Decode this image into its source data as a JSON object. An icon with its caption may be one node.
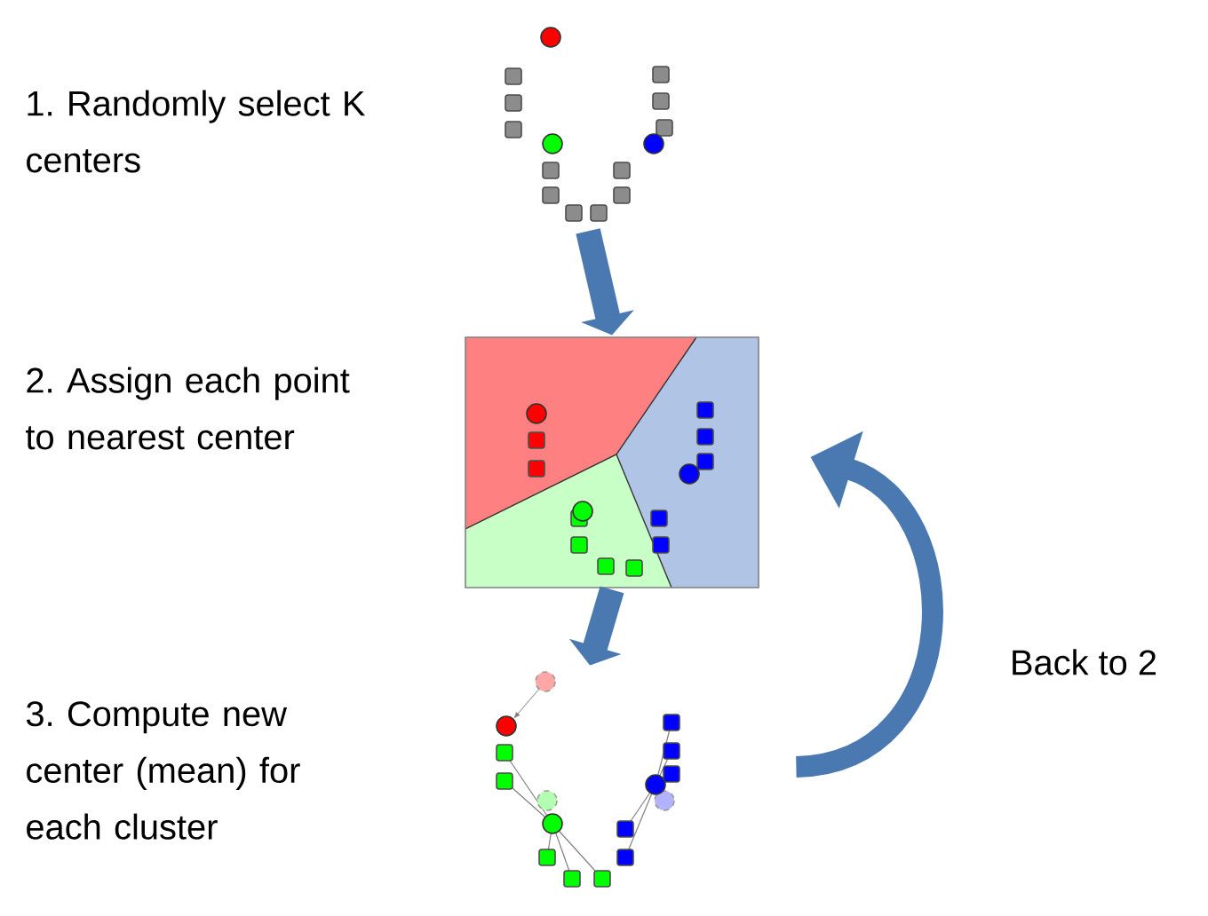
{
  "diagram": {
    "nodes": [
      {
        "text": [],
        "shape": "picture"
      },
      {
        "text": [],
        "shape": "picture"
      },
      {
        "text": [],
        "shape": "picture"
      }
    ],
    "edges": [
      {
        "from": 0,
        "to": 1,
        "arrow": "to"
      },
      {
        "from": 1,
        "to": 2,
        "arrow": "to"
      },
      {
        "from": 2,
        "to": 1,
        "arrow": "to",
        "label": "Back to 2"
      }
    ],
    "labels": [
      "1. Randomly select K centers",
      "2. Assign each point to nearest center",
      "3. Compute new center (mean) for each cluster"
    ]
  }
}
